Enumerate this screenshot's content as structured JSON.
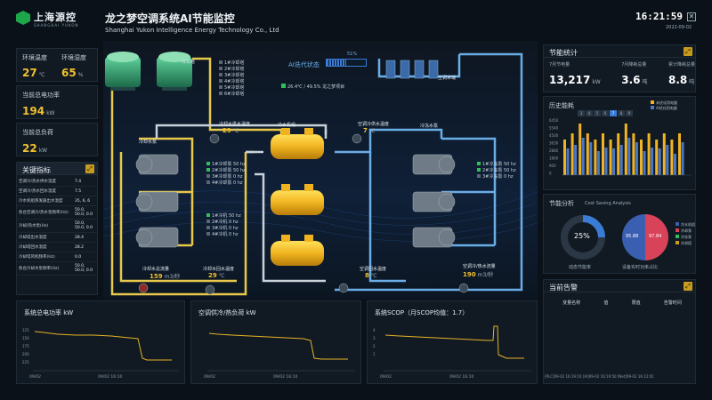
{
  "header": {
    "logo_text": "上海源控",
    "logo_sub": "SHANGHAI YUKON",
    "title": "龙之梦空调系统AI节能监控",
    "subtitle": "Shanghai Yukon Intelligence Energy Technology Co., Ltd",
    "time": "16:21:59",
    "date": "2022-09-02"
  },
  "env": {
    "temp_label": "环境温度",
    "temp_value": "27",
    "temp_unit": "℃",
    "humidity_label": "环境湿度",
    "humidity_value": "65",
    "humidity_unit": "%"
  },
  "power": {
    "label": "当前总电功率",
    "value": "194",
    "unit": "kW"
  },
  "load": {
    "label": "当前总负荷",
    "value": "22",
    "unit": "kW"
  },
  "key_indicators": {
    "title": "关键指标",
    "rows": [
      {
        "name": "空调冷/热水供水温度",
        "value": "7.4"
      },
      {
        "name": "空调冷/热水回水温度",
        "value": "7.5"
      },
      {
        "name": "冷水机组蒸发器出水温度",
        "value": "35, 6, 6"
      },
      {
        "name": "各台空调冷/热水泵频率(Hz)",
        "value": "50.0, 50.0, 0.0"
      },
      {
        "name": "冷却/热水泵(Hz)",
        "value": "50.0, 50.0, 0.0"
      },
      {
        "name": "冷却塔出水温度",
        "value": "28.4"
      },
      {
        "name": "冷却塔回水温度",
        "value": "28.2"
      },
      {
        "name": "冷却塔风机频率(Hz)",
        "value": "0.0"
      },
      {
        "name": "各台冷却水泵频率(Hz)",
        "value": "50.0, 50.0, 0.0"
      }
    ]
  },
  "diagram": {
    "cooling_tower_label": "冷却塔",
    "fan_labels": [
      "1#冷却塔",
      "2#冷却塔",
      "3#冷却塔",
      "4#冷却塔",
      "5#冷却塔",
      "6#冷却塔"
    ],
    "ai_mode_label": "AI迭代状态",
    "ai_progress_label": "51%",
    "ai_progress": 0.51,
    "ai_legend": "26.4℃ / 49.5% 龙之梦项目",
    "air_end_label": "空调末端",
    "cooling_pump_label": "冷却水泵",
    "chw_pump_label": "冷冻水泵",
    "chiller_label": "冷水机组",
    "cw_supply_label": "冷却水供水温度",
    "cw_supply_value": "29",
    "cw_supply_unit": "℃",
    "chw_supply_label": "空调冷供水温度",
    "chw_supply_value": "7",
    "chw_supply_unit": "℃",
    "cw_pump_hz": [
      "1#冷却泵 50 hz",
      "2#冷却泵 50 hz",
      "3#冷却泵 0 hz",
      "4#冷却泵 0 hz"
    ],
    "chiller_hz": [
      "1#冷机 50 hz",
      "2#冷机 0 hz",
      "3#冷机 0 hz",
      "4#冷机 0 hz"
    ],
    "chw_pump_hz": [
      "1#冷冻泵 50 hz",
      "2#冷冻泵 50 hz",
      "3#冷冻泵 0 hz"
    ],
    "cw_flow_label": "冷却水总流量",
    "cw_flow_value": "159",
    "cw_flow_unit": "m3/秒",
    "cw_return_label": "冷却水回水温度",
    "cw_return_value": "29",
    "cw_return_unit": "℃",
    "chw_return_label": "空调回水温度",
    "chw_return_value": "8",
    "chw_return_unit": "℃",
    "chw_flow_label": "空调冷/热水流量",
    "chw_flow_value": "190",
    "chw_flow_unit": "m3/秒"
  },
  "energy_stats": {
    "title": "节能统计",
    "items": [
      {
        "label": "7月节电量",
        "value": "13,217",
        "unit": "kW"
      },
      {
        "label": "7月降耗总量",
        "value": "3.6",
        "unit": "吨"
      },
      {
        "label": "累计降耗总量",
        "value": "8.8",
        "unit": "吨"
      }
    ]
  },
  "history": {
    "title": "历史能耗",
    "tabs": [
      "3",
      "4",
      "5",
      "6",
      "7",
      "8",
      "9"
    ],
    "active_tab": 4,
    "legend": [
      "未优化用电量",
      "AI优化用电量"
    ],
    "ylabels": [
      "6450",
      "5540",
      "4500",
      "3630",
      "2880",
      "1800",
      "900",
      "0"
    ],
    "colors": {
      "unopt": "#f0b323",
      "ai": "#4a78c8"
    }
  },
  "analysis": {
    "title": "节能分析",
    "subtitle": "Cost Saving Analysis",
    "donut_value": "25%",
    "donut_fraction": 0.25,
    "donut_caption": "动态节能率",
    "pie_left": "95.88",
    "pie_right": "97.84",
    "pie_caption": "设备实时功率占比",
    "pie_legend": [
      "冷水机组",
      "冷却泵",
      "冷冻泵",
      "冷却塔"
    ]
  },
  "alarms": {
    "title": "当前告警",
    "cols": [
      "变量名称",
      "值",
      "限值",
      "告警时间"
    ],
    "footer": "[PLC]09-02 16:19:10   [AI]09-02 16:19:50   [Net]09-02 16:12:01"
  },
  "bottom_charts": [
    {
      "title": "系统总电功率 kW",
      "x_labels": [
        "09/02",
        "09/02 16:10"
      ],
      "y_labels": [
        "125",
        "150",
        "175",
        "200",
        "225"
      ]
    },
    {
      "title": "空调供冷/热负荷 kW",
      "x_labels": [
        "09/02",
        "09/02 16:10"
      ],
      "y_labels": []
    },
    {
      "title": "系统SCOP（月SCOP均值：1.7）",
      "x_labels": [
        "09/02",
        "09/02 16:10"
      ],
      "y_labels": [
        "4",
        "3",
        "2",
        "1"
      ]
    }
  ]
}
